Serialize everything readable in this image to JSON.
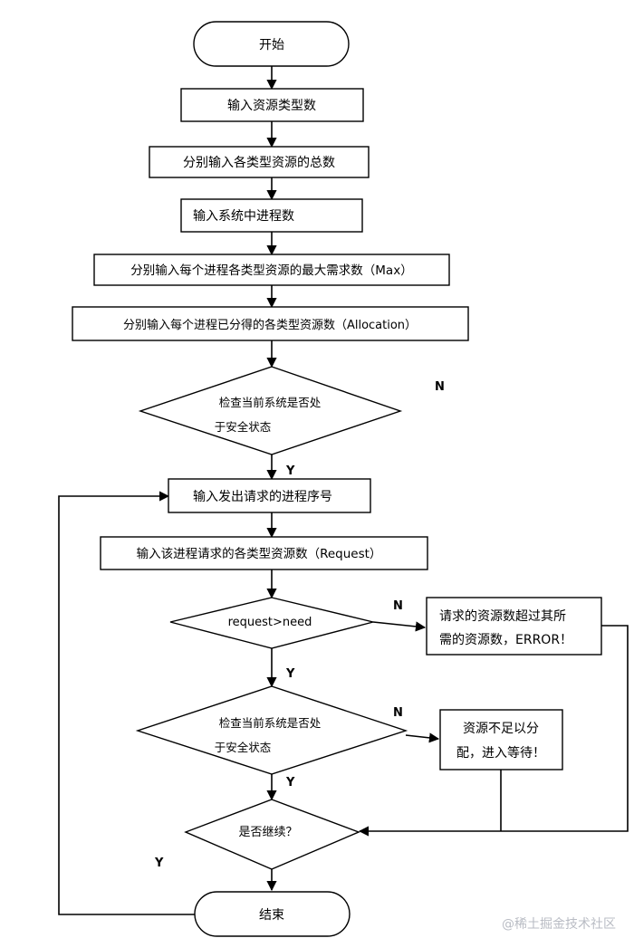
{
  "diagram": {
    "type": "flowchart",
    "nodes": [
      {
        "id": "start",
        "shape": "terminal",
        "text": "开始"
      },
      {
        "id": "input-resource-types",
        "shape": "process",
        "text": "输入资源类型数"
      },
      {
        "id": "input-resource-totals",
        "shape": "process",
        "text": "分别输入各类型资源的总数"
      },
      {
        "id": "input-process-count",
        "shape": "process",
        "text": "输入系统中进程数"
      },
      {
        "id": "input-max",
        "shape": "process",
        "text": "分别输入每个进程各类型资源的最大需求数（Max）"
      },
      {
        "id": "input-allocation",
        "shape": "process",
        "text": "分别输入每个进程已分得的各类型资源数（Allocation）"
      },
      {
        "id": "check-safe-1",
        "shape": "decision",
        "lines": [
          "检查当前系统是否处",
          "于安全状态"
        ]
      },
      {
        "id": "input-request-pid",
        "shape": "process",
        "text": "输入发出请求的进程序号"
      },
      {
        "id": "input-request",
        "shape": "process",
        "text": "输入该进程请求的各类型资源数（Request）"
      },
      {
        "id": "check-request-need",
        "shape": "decision",
        "lines": [
          "request>need"
        ]
      },
      {
        "id": "error-exceed",
        "shape": "process",
        "lines": [
          "请求的资源数超过其所",
          "需的资源数，ERROR！"
        ]
      },
      {
        "id": "check-safe-2",
        "shape": "decision",
        "lines": [
          "检查当前系统是否处",
          "于安全状态"
        ]
      },
      {
        "id": "wait-insufficient",
        "shape": "process",
        "lines": [
          "资源不足以分",
          "配，进入等待！"
        ]
      },
      {
        "id": "continue-question",
        "shape": "decision",
        "lines": [
          "是否继续？"
        ]
      },
      {
        "id": "end",
        "shape": "terminal",
        "text": "结束"
      }
    ],
    "edge_labels": {
      "check1_no": "N",
      "check1_yes": "Y",
      "request_no": "N",
      "request_yes": "Y",
      "check2_no": "N",
      "check2_yes": "Y",
      "continue_yes": "Y"
    }
  },
  "watermark": "@稀土掘金技术社区"
}
